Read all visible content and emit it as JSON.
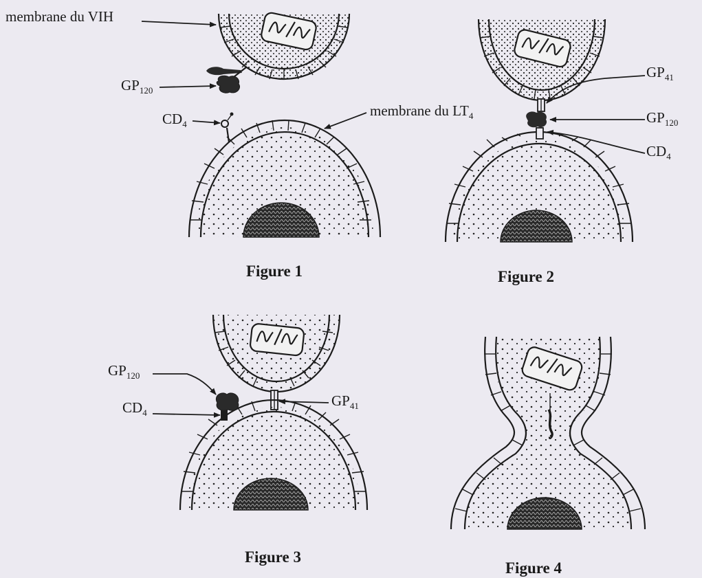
{
  "figures": [
    {
      "caption": "Figure 1",
      "labels": {
        "membrane_vih": "membrane du VIH",
        "gp120": "GP",
        "gp120_sub": "120",
        "cd4": "CD",
        "cd4_sub": "4",
        "membrane_lt4": "membrane du LT",
        "membrane_lt4_sub": "4"
      }
    },
    {
      "caption": "Figure 2",
      "labels": {
        "gp41": "GP",
        "gp41_sub": "41",
        "gp120": "GP",
        "gp120_sub": "120",
        "cd4": "CD",
        "cd4_sub": "4"
      }
    },
    {
      "caption": "Figure 3",
      "labels": {
        "gp120": "GP",
        "gp120_sub": "120",
        "cd4": "CD",
        "cd4_sub": "4",
        "gp41": "GP",
        "gp41_sub": "41"
      }
    },
    {
      "caption": "Figure 4",
      "labels": {}
    }
  ],
  "colors": {
    "paper": "#eceaf1",
    "ink": "#1c1c1c"
  }
}
